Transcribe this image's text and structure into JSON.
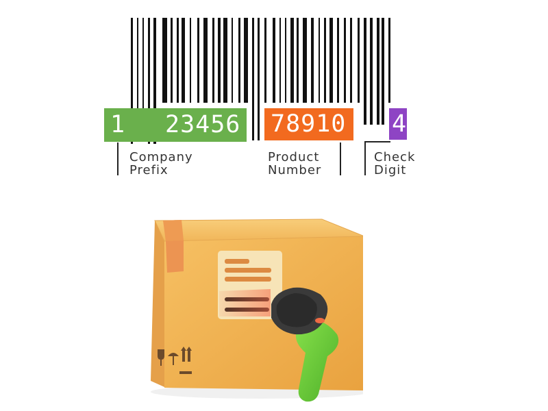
{
  "barcode": {
    "company_prefix": {
      "lead_digit": "1",
      "digits": "23456",
      "color": "#6ab04c"
    },
    "product_number": {
      "digits": "78910",
      "color": "#f26a1f"
    },
    "check_digit": {
      "digit": "4",
      "color": "#8e44c4"
    }
  },
  "labels": {
    "company_prefix": {
      "line1": "Company",
      "line2": "Prefix"
    },
    "product_number": {
      "line1": "Product",
      "line2": "Number"
    },
    "check_digit": {
      "line1": "Check",
      "line2": "Digit"
    }
  },
  "illustration": {
    "box_color": "#f2b24c",
    "scanner_color": "#6fcf3a"
  }
}
